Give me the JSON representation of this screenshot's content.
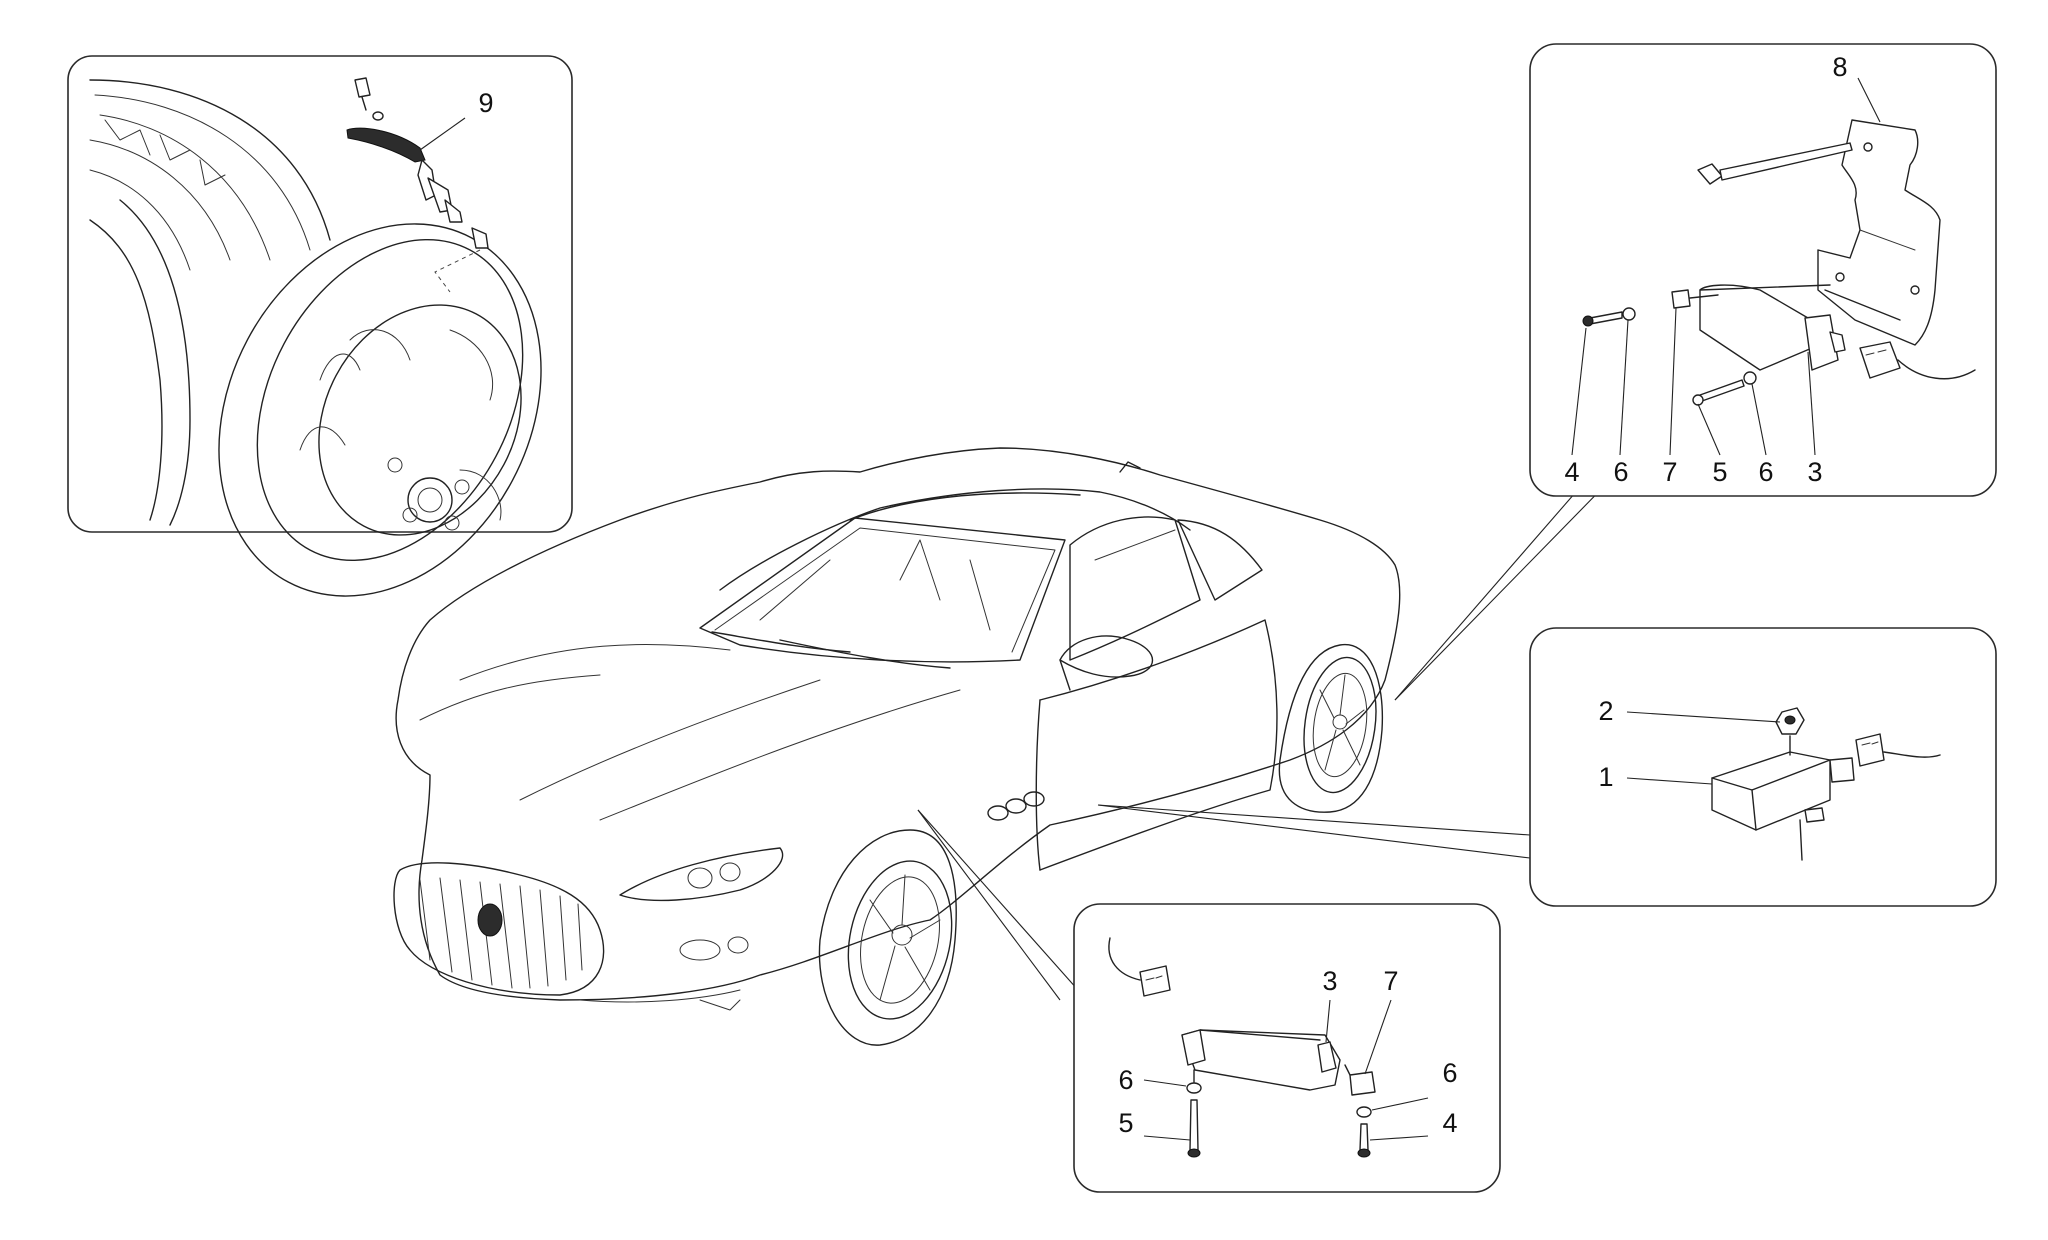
{
  "callouts": {
    "wheel_panel": {
      "sensor": "9"
    },
    "bracket_panel": {
      "bracket": "8",
      "screw_left": "4",
      "washer_left": "6",
      "clip": "7",
      "screw_right": "5",
      "washer_right": "6",
      "module": "3"
    },
    "control_unit_panel": {
      "nut": "2",
      "control_unit": "1"
    },
    "receiver_panel": {
      "module": "3",
      "clip": "7",
      "washer_left": "6",
      "screw_left": "5",
      "washer_right": "6",
      "screw_right": "4"
    }
  }
}
